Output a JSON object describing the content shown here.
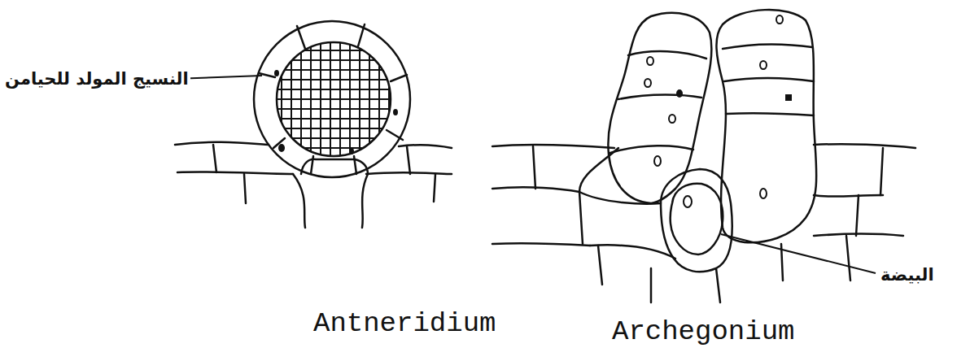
{
  "diagram": {
    "labels": [
      "النسيج المولد للحيامن",
      "البيضة",
      "Antneridium",
      "Archegonium"
    ]
  }
}
